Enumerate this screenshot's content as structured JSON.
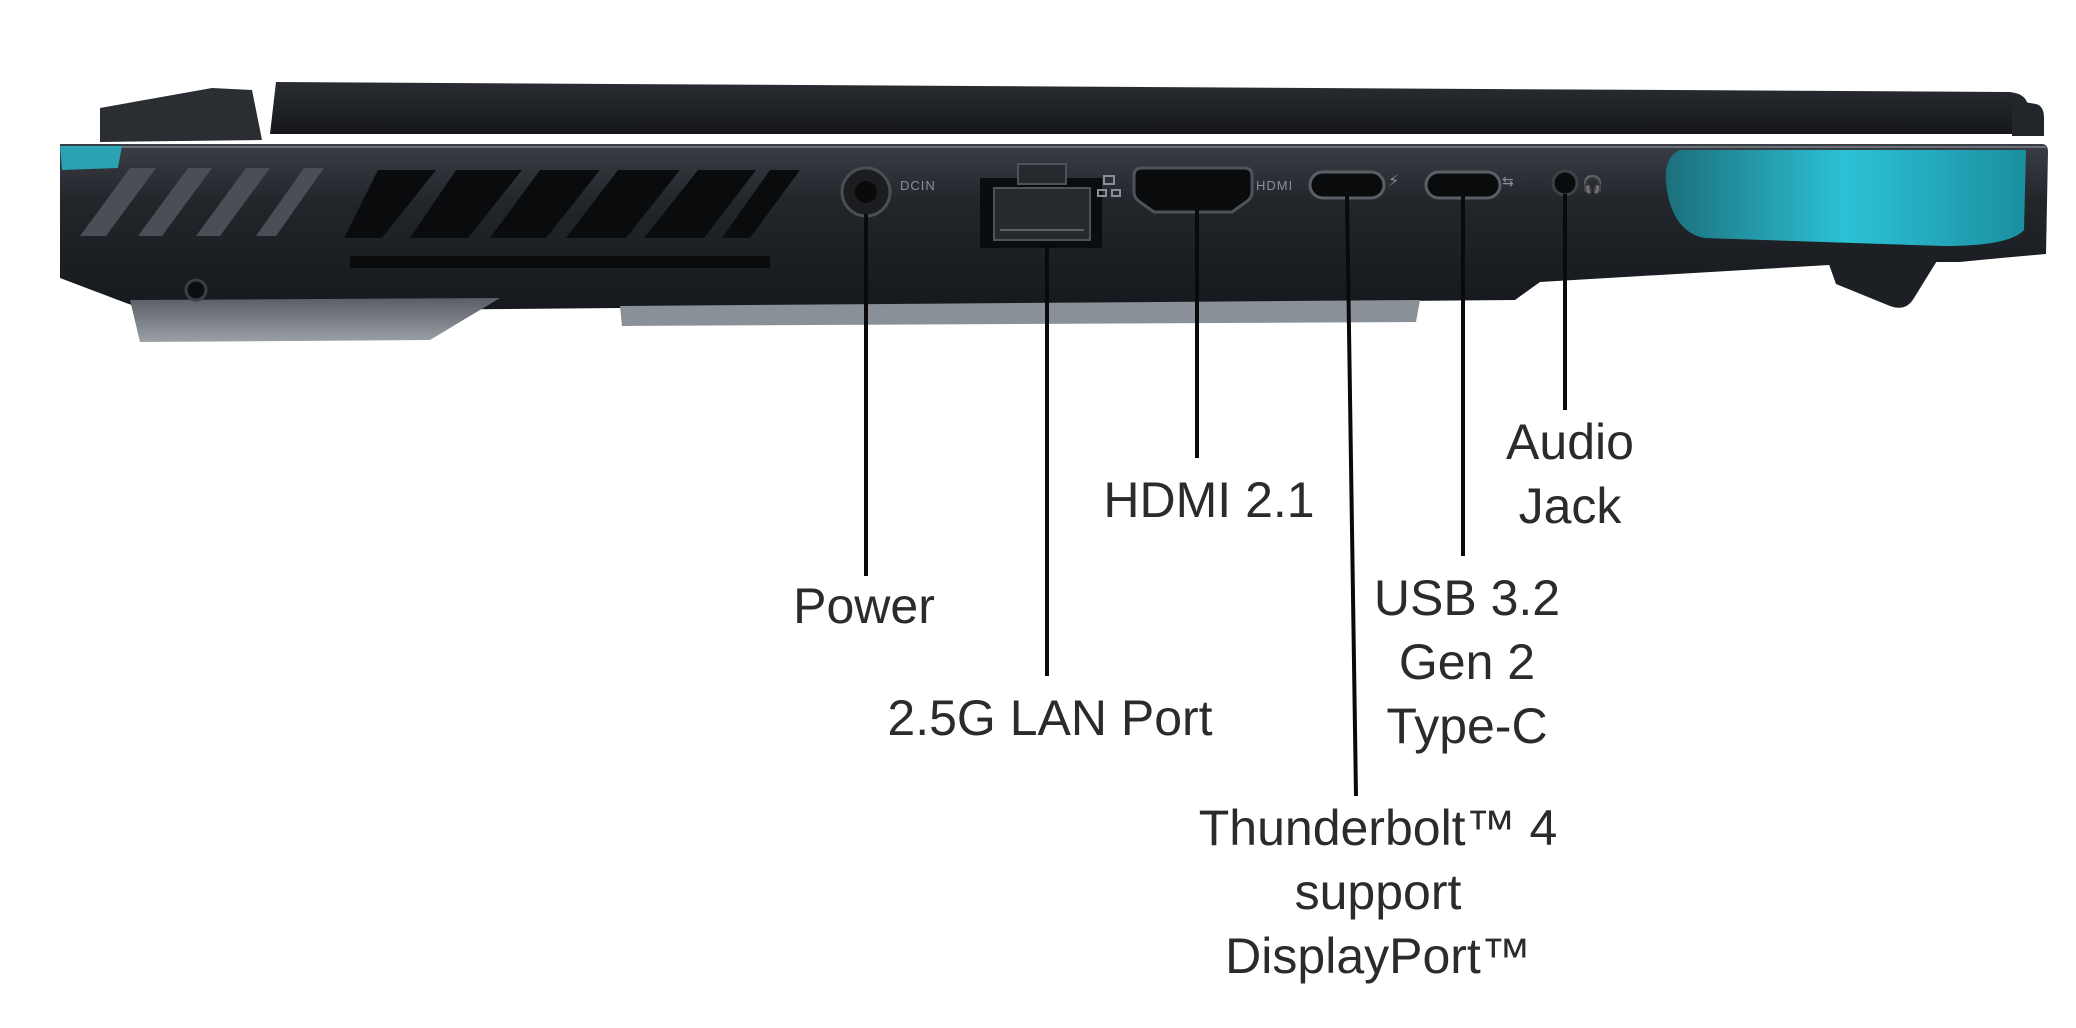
{
  "colors": {
    "body_dark": "#1e2126",
    "body_mid": "#33373d",
    "accent_cyan": "#29b8cc",
    "leader_line": "#0a0a0a",
    "label_text": "#2b2b2b"
  },
  "device": {
    "port_markings": {
      "power": "DCIN",
      "hdmi": "HDMI"
    }
  },
  "labels": {
    "power": [
      "Power"
    ],
    "lan": [
      "2.5G LAN Port"
    ],
    "hdmi": [
      "HDMI 2.1"
    ],
    "thunderbolt": [
      "Thunderbolt™ 4",
      "support",
      "DisplayPort™"
    ],
    "usb": [
      "USB 3.2",
      "Gen 2",
      "Type-C"
    ],
    "audio": [
      "Audio",
      "Jack"
    ]
  }
}
